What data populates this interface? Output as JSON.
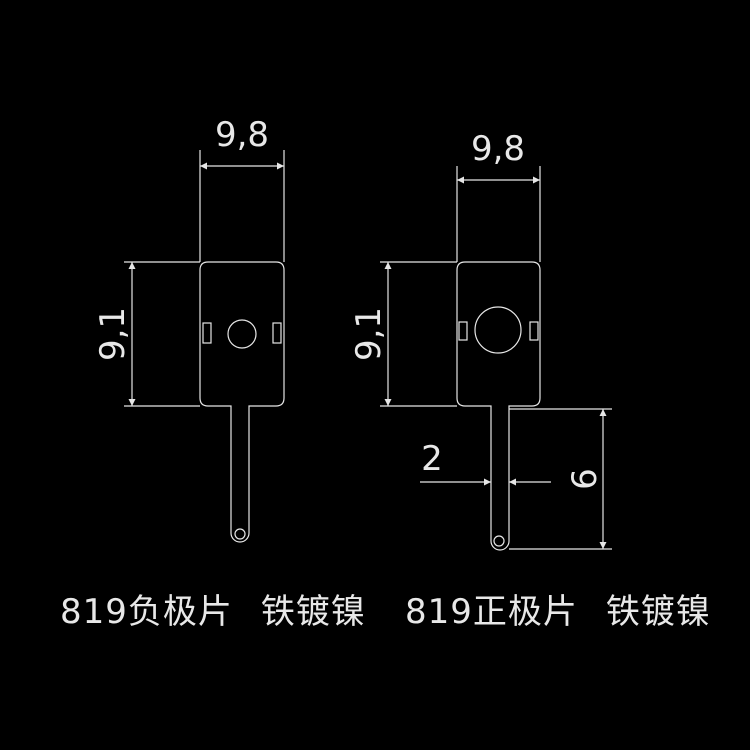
{
  "colors": {
    "background": "#000000",
    "outline": "#e6e6e6",
    "text": "#e8e8e8"
  },
  "left_part": {
    "width_dim": "9,8",
    "height_dim": "9,1",
    "model": "819",
    "part_name": "负极片",
    "material": "铁镀镍"
  },
  "right_part": {
    "width_dim": "9,8",
    "height_dim": "9,1",
    "tab_width_dim": "2",
    "tab_length_dim": "6",
    "model": "819",
    "part_name": "正极片",
    "material": "铁镀镍"
  }
}
